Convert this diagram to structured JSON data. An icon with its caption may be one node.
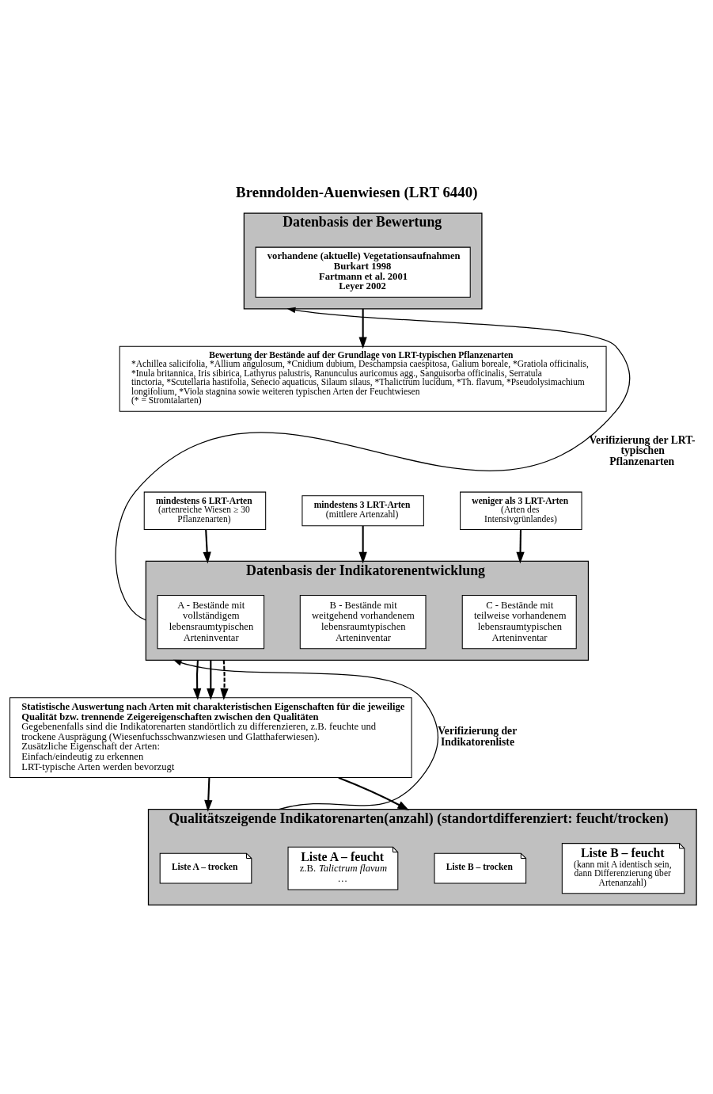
{
  "diagram": {
    "title": "Brenndolden-Auenwiesen (LRT 6440)",
    "nodes": [
      {
        "text": [
          "Datenbasis der Bewertung"
        ]
      },
      {
        "text": [
          "vorhandene (aktuelle) Vegetationsaufnahmen",
          "Burkart 1998",
          "Fartmann et al. 2001",
          "Leyer 2002"
        ],
        "in": 0
      },
      {
        "text": [
          "Bewertung der Bestände auf der Grundlage von LRT-typischen Pflanzenarten",
          "*Achillea salicifolia, *Allium angulosum, *Cnidium dubium, Deschampsia caespitosa, Galium boreale, *Gratiola officinalis, *Inula britannica, Iris sibirica, Lathyrus palustris, Ranunculus auricomus agg., Sanguisorba officinalis, Serratula tinctoria, *Scutellaria hastifolia, Senecio aquaticus, Silaum silaus, *Thalictrum lucidum, *Th. flavum, *Pseudolysimachium longifolium, *Viola stagnina sowie weiteren typischen Arten der Feuchtwiesen",
          "(* = Stromtalarten)"
        ]
      },
      {
        "text": [
          "mindestens 6 LRT-Arten",
          "(artenreiche Wiesen ≥ 30 Pflanzenarten)"
        ]
      },
      {
        "text": [
          "mindestens 3 LRT-Arten",
          "(mittlere Artenzahl)"
        ]
      },
      {
        "text": [
          "weniger als 3 LRT-Arten",
          "(Arten des Intensivgrünlandes)"
        ]
      },
      {
        "text": [
          "Datenbasis der Indikatorenentwicklung"
        ]
      },
      {
        "text": [
          "A - Bestände mit vollständigem lebensraumtypischen Arteninventar"
        ],
        "in": 6
      },
      {
        "text": [
          "B - Bestände mit weitgehend vorhandenem lebensraumtypischen Arteninventar"
        ],
        "in": 6
      },
      {
        "text": [
          "C - Bestände mit teilweise vorhandenem lebensraumtypischen Arteninventar"
        ],
        "in": 6
      },
      {
        "text": [
          "Statistische Auswertung nach Arten mit charakteristischen Eigenschaften für die jeweilige Qualität bzw. trennende Zeigereigenschaften zwischen den Qualitäten",
          "Gegebenenfalls sind die Indikatorenarten standörtlich zu differenzieren, z.B. feuchte und trockene Ausprägung (Wiesenfuchsschwanzwiesen und Glatthaferwiesen).",
          "Zusätzliche Eigenschaft der Arten:",
          "Einfach/eindeutig zu erkennen",
          "LRT-typische Arten werden bevorzugt"
        ]
      },
      {
        "text": [
          "Qualitätszeigende Indikatorenarten(anzahl) (standortdifferenziert: feucht/trocken)"
        ]
      },
      {
        "text": [
          "Liste A – trocken"
        ],
        "in": 11
      },
      {
        "text": [
          "Liste A – feucht",
          "z.B. *Talictrum flavum*",
          "…"
        ],
        "in": 11
      },
      {
        "text": [
          "Liste B – trocken"
        ],
        "in": 11
      },
      {
        "text": [
          "Liste B – feucht",
          "(kann mit A identisch sein, dann Differenzierung über Artenanzahl)"
        ],
        "in": 11
      }
    ],
    "edges": [
      {
        "from": 0,
        "to": 2,
        "arrow": "to"
      },
      {
        "from": 3,
        "to": 6,
        "arrow": "to"
      },
      {
        "from": 4,
        "to": 6,
        "arrow": "to"
      },
      {
        "from": 5,
        "to": 6,
        "arrow": "to"
      },
      {
        "from": 6,
        "to": 10,
        "arrow": "to"
      },
      {
        "from": 6,
        "to": 10,
        "arrow": "to"
      },
      {
        "from": 6,
        "to": 10,
        "arrow": "to",
        "style": "dashed"
      },
      {
        "from": 10,
        "to": 11,
        "arrow": "to"
      },
      {
        "from": 10,
        "to": 11,
        "arrow": "to"
      },
      {
        "from": 6,
        "to": 0,
        "arrow": "to",
        "label": "Verifizierung der LRT-typischen Pflanzenarten"
      },
      {
        "from": 11,
        "to": 6,
        "arrow": "to",
        "label": "Verifizierung der Indikatorenliste"
      }
    ]
  }
}
